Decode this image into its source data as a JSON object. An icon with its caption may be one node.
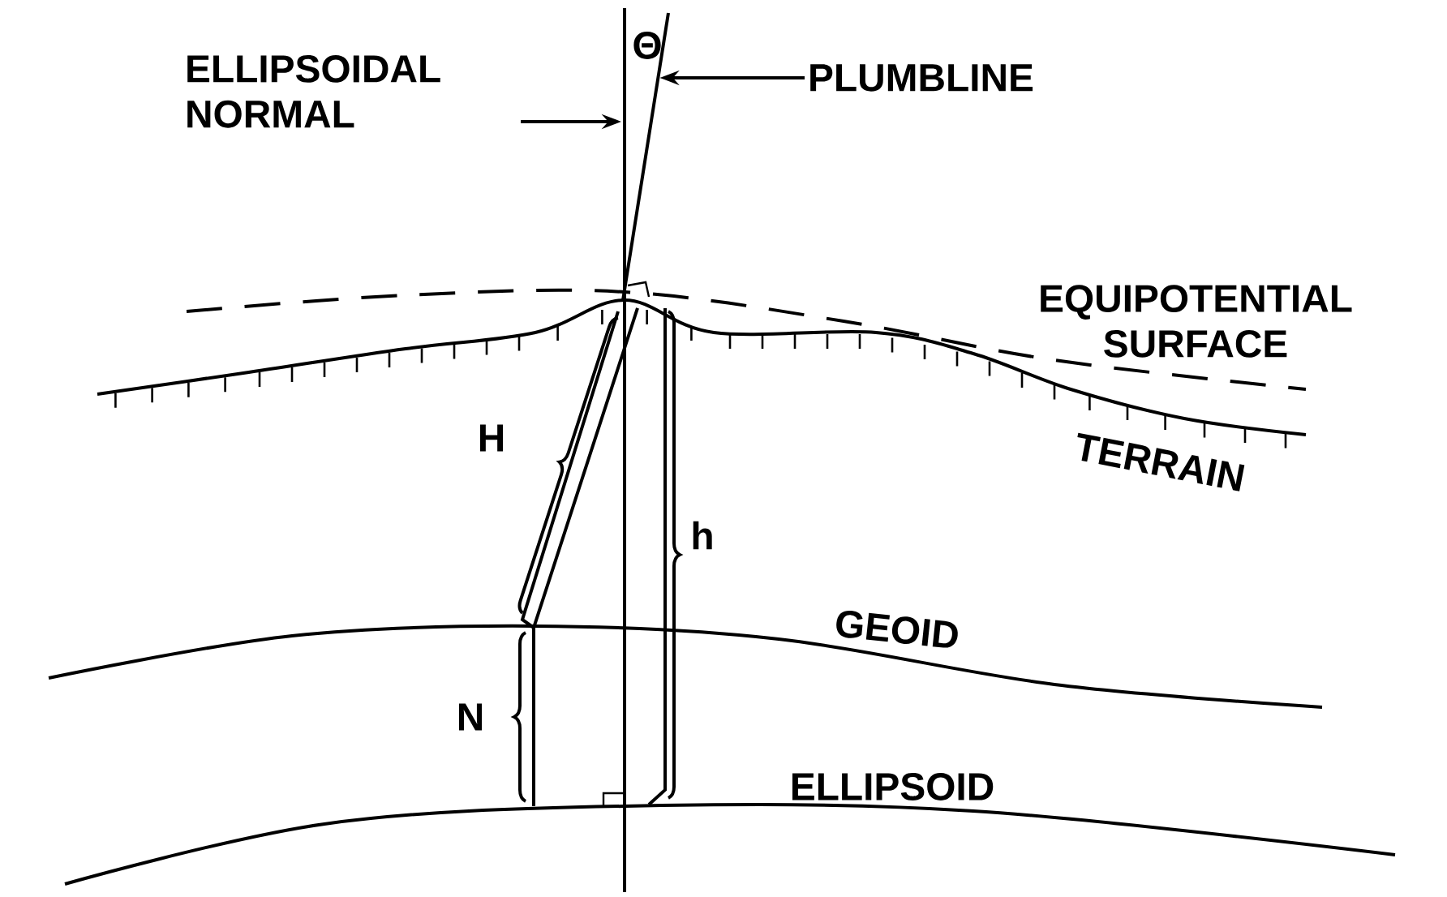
{
  "diagram": {
    "nodes": [
      {
        "text": [
          "ELLIPSOIDAL NORMAL"
        ]
      },
      {
        "text": [
          "PLUMBLINE"
        ]
      },
      {
        "text": [],
        "shape": "line"
      },
      {
        "text": [],
        "shape": "line"
      }
    ],
    "edges": [
      {
        "from": 0,
        "to": 2,
        "arrow": "to"
      },
      {
        "from": 1,
        "to": 3,
        "arrow": "to"
      }
    ],
    "labels": [
      "Θ",
      "EQUIPOTENTIAL SURFACE",
      "TERRAIN",
      "H",
      "h",
      "GEOID",
      "N",
      "ELLIPSOID"
    ]
  }
}
